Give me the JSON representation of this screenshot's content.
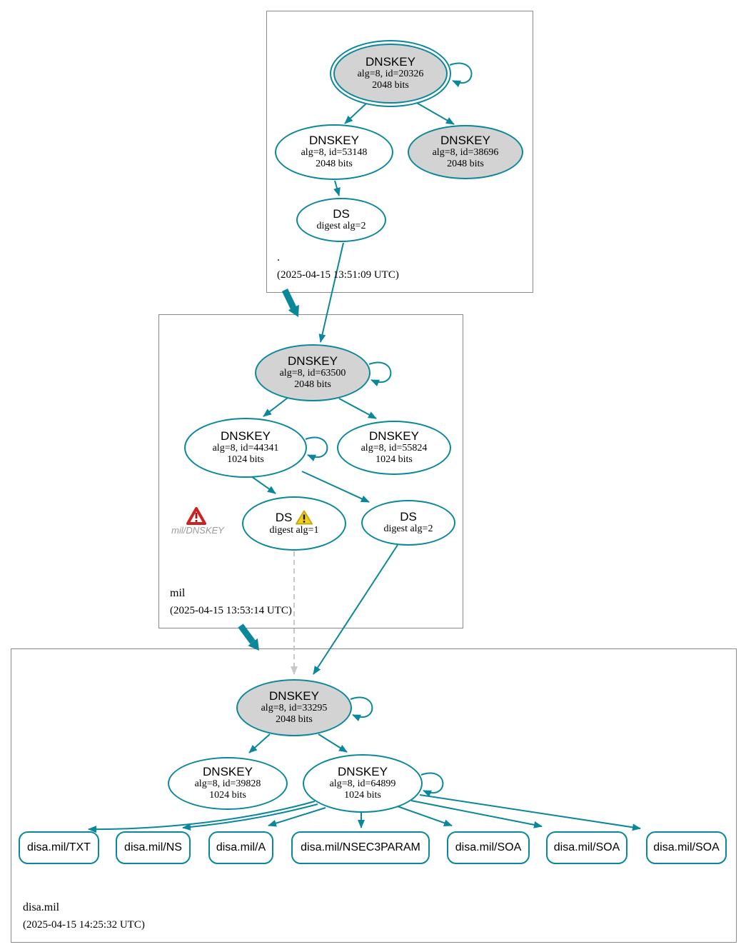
{
  "diagram": {
    "type": "dnssec-authentication-chain",
    "colors": {
      "secure_edge": "#0a879a",
      "ksk_fill": "#d3d3d3",
      "node_fill": "#ffffff",
      "insecure_edge": "#c8c8c8",
      "zone_border": "#8a8a8a",
      "error_red": "#cb2222",
      "warning_yellow": "#f2cf1f"
    }
  },
  "zones": [
    {
      "name": ".",
      "timestamp": "(2025-04-15 13:51:09 UTC)"
    },
    {
      "name": "mil",
      "timestamp": "(2025-04-15 13:53:14 UTC)"
    },
    {
      "name": "disa.mil",
      "timestamp": "(2025-04-15 14:25:32 UTC)"
    }
  ],
  "nodes": {
    "root_ksk": {
      "title": "DNSKEY",
      "alg": "alg=8, id=20326",
      "bits": "2048 bits"
    },
    "root_zsk": {
      "title": "DNSKEY",
      "alg": "alg=8, id=53148",
      "bits": "2048 bits"
    },
    "root_key2": {
      "title": "DNSKEY",
      "alg": "alg=8, id=38696",
      "bits": "2048 bits"
    },
    "root_ds": {
      "title": "DS",
      "digest": "digest alg=2"
    },
    "mil_ksk": {
      "title": "DNSKEY",
      "alg": "alg=8, id=63500",
      "bits": "2048 bits"
    },
    "mil_zsk": {
      "title": "DNSKEY",
      "alg": "alg=8, id=44341",
      "bits": "1024 bits"
    },
    "mil_key2": {
      "title": "DNSKEY",
      "alg": "alg=8, id=55824",
      "bits": "1024 bits"
    },
    "mil_ds1": {
      "title": "DS",
      "digest": "digest alg=1"
    },
    "mil_ds2": {
      "title": "DS",
      "digest": "digest alg=2"
    },
    "mil_error_label": "mil/DNSKEY",
    "disa_ksk": {
      "title": "DNSKEY",
      "alg": "alg=8, id=33295",
      "bits": "2048 bits"
    },
    "disa_key2": {
      "title": "DNSKEY",
      "alg": "alg=8, id=39828",
      "bits": "1024 bits"
    },
    "disa_zsk": {
      "title": "DNSKEY",
      "alg": "alg=8, id=64899",
      "bits": "1024 bits"
    }
  },
  "rrsets": [
    {
      "label": "disa.mil/TXT"
    },
    {
      "label": "disa.mil/NS"
    },
    {
      "label": "disa.mil/A"
    },
    {
      "label": "disa.mil/NSEC3PARAM"
    },
    {
      "label": "disa.mil/SOA"
    },
    {
      "label": "disa.mil/SOA"
    },
    {
      "label": "disa.mil/SOA"
    }
  ]
}
